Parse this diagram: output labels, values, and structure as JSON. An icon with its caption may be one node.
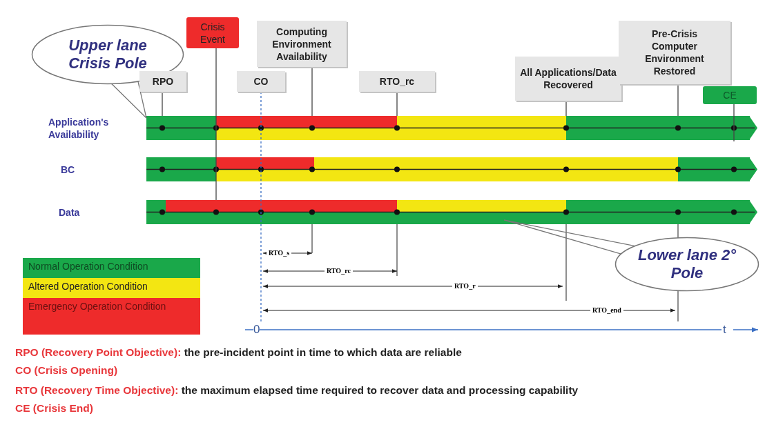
{
  "diagram": {
    "nodes": [
      {
        "text": [
          "Upper lane Crisis Pole"
        ]
      },
      {
        "text": [
          "Crisis Event"
        ]
      },
      {
        "text": [
          "Computing Environment Availability"
        ]
      },
      {
        "text": [
          "RPO"
        ]
      },
      {
        "text": [
          "CO"
        ]
      },
      {
        "text": [
          "RTO_rc"
        ]
      },
      {
        "text": [
          "All Applications/Data Recovered"
        ]
      },
      {
        "text": [
          "Pre-Crisis Computer Environment Restored"
        ]
      },
      {
        "text": [
          "CE"
        ]
      },
      {
        "text": [
          "Lower lane 2° Pole"
        ]
      },
      {
        "text": [],
        "shape": "bar"
      },
      {
        "text": [],
        "shape": "bar"
      },
      {
        "text": [],
        "shape": "bar"
      },
      {
        "text": [
          "0"
        ]
      }
    ],
    "edges": [
      {
        "from": 0,
        "to": 10,
        "arrow": "none"
      },
      {
        "from": 9,
        "to": 12,
        "arrow": "none"
      },
      {
        "from": 3,
        "to": 10,
        "arrow": "none"
      },
      {
        "from": 1,
        "to": 12,
        "arrow": "none"
      },
      {
        "from": 4,
        "to": 13,
        "arrow": "none",
        "style": "dashed",
        "color": "#3b6fc4"
      },
      {
        "from": 2,
        "to": 10,
        "arrow": "none"
      },
      {
        "from": 5,
        "to": 10,
        "arrow": "none"
      },
      {
        "from": 6,
        "to": 10,
        "arrow": "none"
      },
      {
        "from": 7,
        "to": 10,
        "arrow": "none"
      },
      {
        "from": 8,
        "to": 10,
        "arrow": "none"
      }
    ],
    "labels": [
      "Application's Availability",
      "BC",
      "Data",
      "RTO_s",
      "RTO_rc",
      "RTO_r",
      "RTO_end",
      "t",
      "RPO (Recovery Point Objective):",
      "the pre-incident point in time to which data are reliable",
      "CO (Crisis Opening)",
      "RTO (Recovery Time Objective):",
      "the maximum elapsed time required to recover data and processing capability",
      "CE (Crisis End)"
    ],
    "legend": [
      {
        "text": "Normal Operation Condition",
        "color": "#1aa84a"
      },
      {
        "text": "Altered Operation Condition",
        "color": "#f3e612"
      },
      {
        "text": "Emergency Operation Condition",
        "color": "#ee2b2b"
      }
    ]
  }
}
